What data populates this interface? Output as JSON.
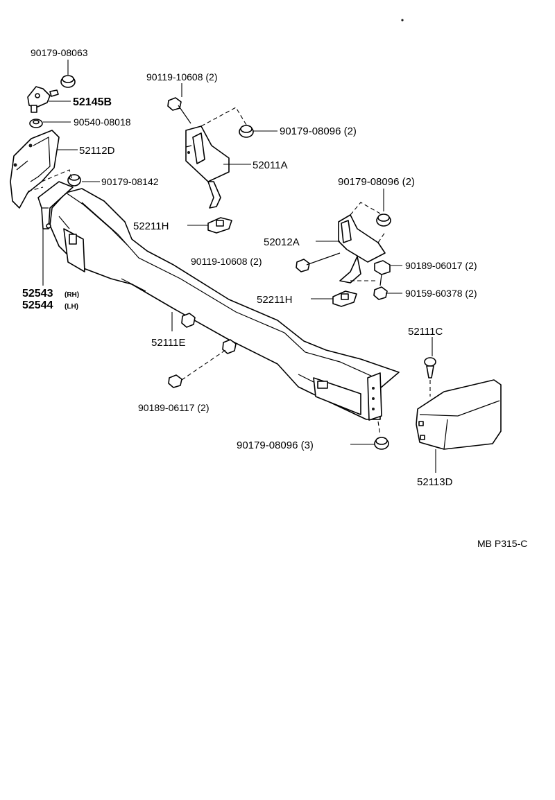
{
  "diagram_code": "MB P315-C",
  "labels": {
    "p90179_08063": "90179-08063",
    "p52145B": "52145B",
    "p90540_08018": "90540-08018",
    "p52112D": "52112D",
    "p90179_08142": "90179-08142",
    "p52543": "52543",
    "p52543_side": "(RH)",
    "p52544": "52544",
    "p52544_side": "(LH)",
    "p90119_10608_top": "90119-10608 (2)",
    "p90179_08096_top": "90179-08096 (2)",
    "p52011A": "52011A",
    "p90179_08096_mid": "90179-08096 (2)",
    "p52211H_top": "52211H",
    "p52012A": "52012A",
    "p90119_10608_mid": "90119-10608 (2)",
    "p90189_06017": "90189-06017 (2)",
    "p90159_60378": "90159-60378 (2)",
    "p52211H_bot": "52211H",
    "p52111E": "52111E",
    "p52111C": "52111C",
    "p90189_06117": "90189-06117 (2)",
    "p90179_08096_bot": "90179-08096 (3)",
    "p52113D": "52113D"
  }
}
